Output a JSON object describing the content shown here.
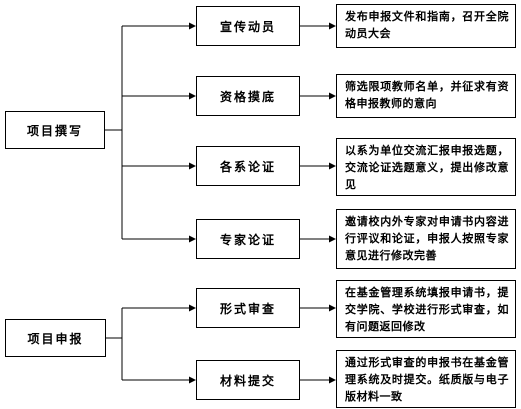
{
  "left_groups": [
    {
      "label": "项目撰写"
    },
    {
      "label": "项目申报"
    }
  ],
  "steps": [
    {
      "label": "宣传动员",
      "note": "发布申报文件和指南，召开全院动员大会"
    },
    {
      "label": "资格摸底",
      "note": "筛选限项教师名单，并征求有资格申报教师的意向"
    },
    {
      "label": "各系论证",
      "note": "以系为单位交流汇报申报选题，交流论证选题意义，提出修改意见"
    },
    {
      "label": "专家论证",
      "note": "邀请校内外专家对申请书内容进行评议和论证，申报人按照专家意见进行修改完善"
    },
    {
      "label": "形式审查",
      "note": "在基金管理系统填报申请书，提交学院、学校进行形式审查，如有问题返回修改"
    },
    {
      "label": "材料提交",
      "note": "通过形式审查的申报书在基金管理系统及时提交。纸质版与电子版材料一致"
    }
  ]
}
